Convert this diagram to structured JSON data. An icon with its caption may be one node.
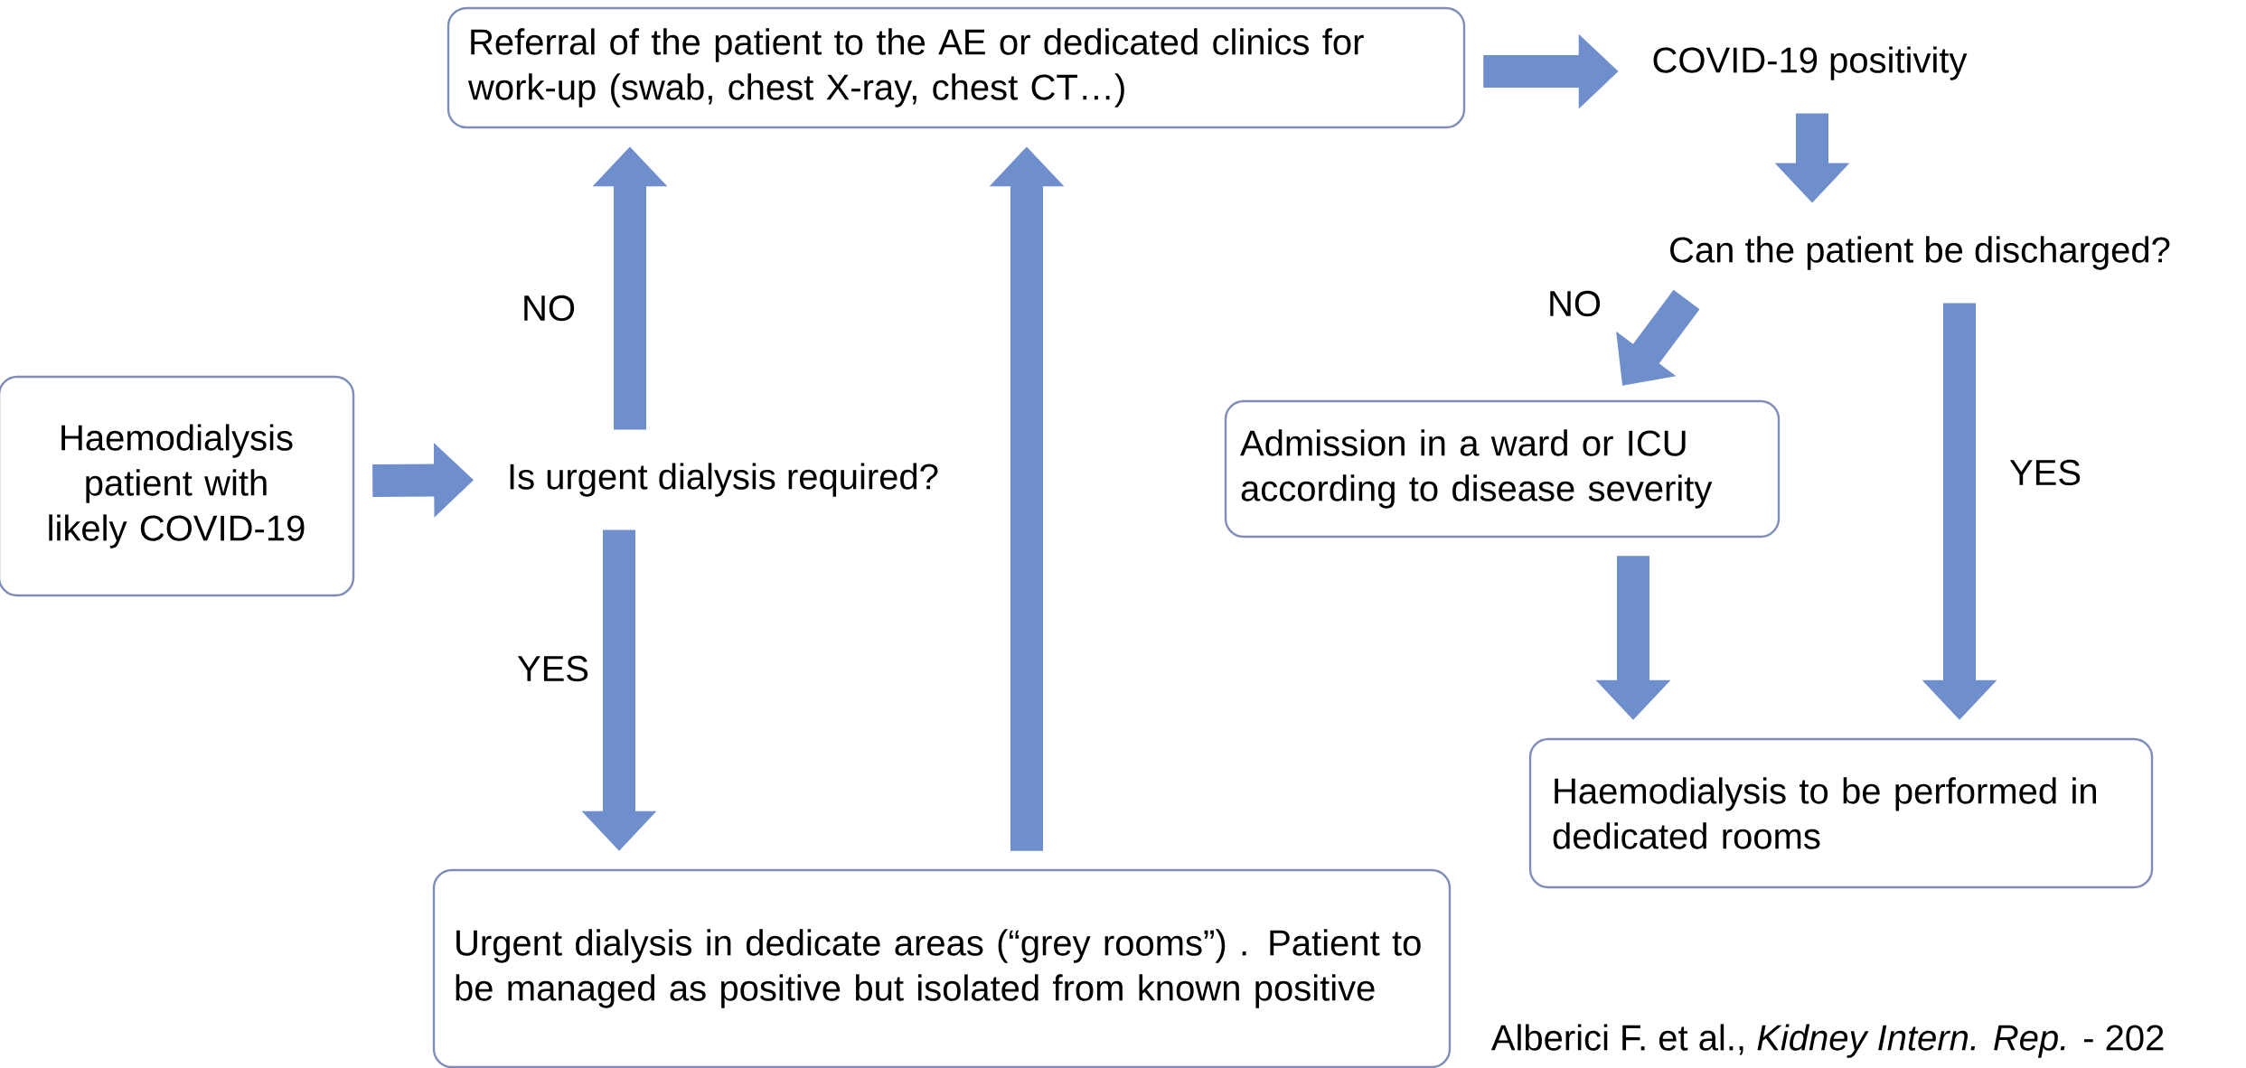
{
  "diagram": {
    "nodes": [
      {
        "text": [
          "Haemodialysis patient with likely COVID-19"
        ]
      },
      {
        "text": [
          "Is urgent dialysis required?"
        ]
      },
      {
        "text": [
          "Referral of the patient to the AE or dedicated clinics for work-up (swab, chest X-ray, chest CT…)"
        ]
      },
      {
        "text": [
          "Urgent dialysis in dedicate areas (“grey rooms”) . Patient to be managed as positive but isolated from known positive"
        ]
      },
      {
        "text": [
          "COVID-19 positivity"
        ]
      },
      {
        "text": [
          "Can the patient be discharged?"
        ]
      },
      {
        "text": [
          "Admission in a ward or ICU according to disease severity"
        ]
      },
      {
        "text": [
          "Haemodialysis to be performed in dedicated rooms"
        ]
      }
    ],
    "edges": [
      {
        "from": 0,
        "to": 1,
        "arrow": "to"
      },
      {
        "from": 1,
        "to": 2,
        "arrow": "to",
        "label": "NO"
      },
      {
        "from": 1,
        "to": 3,
        "arrow": "to",
        "label": "YES"
      },
      {
        "from": 3,
        "to": 2,
        "arrow": "to"
      },
      {
        "from": 2,
        "to": 4,
        "arrow": "to"
      },
      {
        "from": 4,
        "to": 5,
        "arrow": "to"
      },
      {
        "from": 5,
        "to": 6,
        "arrow": "to",
        "label": "NO"
      },
      {
        "from": 5,
        "to": 7,
        "arrow": "to",
        "label": "YES"
      },
      {
        "from": 6,
        "to": 7,
        "arrow": "to"
      }
    ],
    "labels": [
      "Alberici F. et al., *Kidney Intern. Rep.* - 202"
    ]
  }
}
